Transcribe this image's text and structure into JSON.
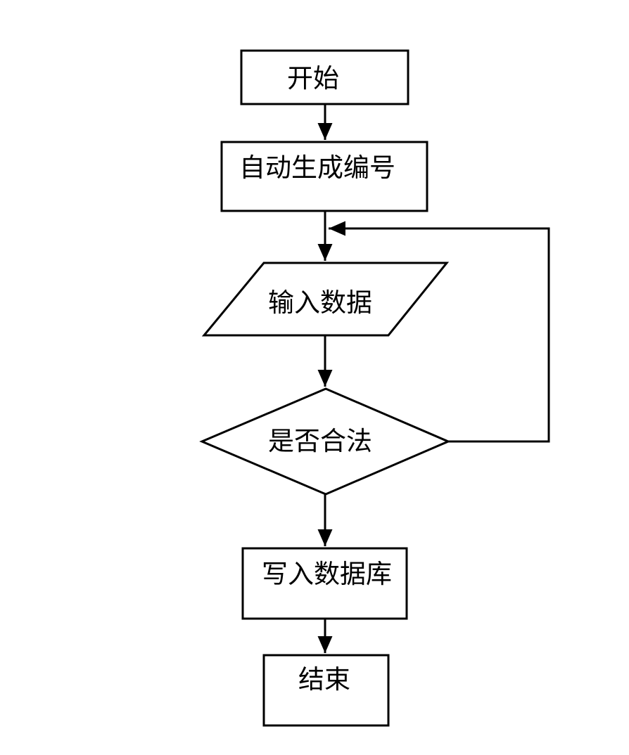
{
  "diagram": {
    "type": "flowchart",
    "title": "data-entry-flow",
    "colors": {
      "background": "#ffffff",
      "line": "#000000",
      "shape_fill": "#ffffff",
      "text": "#000000"
    },
    "nodes": [
      {
        "id": "start",
        "shape": "rectangle",
        "label": "开始"
      },
      {
        "id": "auto_generate_id",
        "shape": "rectangle",
        "label": "自动生成编号"
      },
      {
        "id": "input_data",
        "shape": "parallelogram",
        "label": "输入数据"
      },
      {
        "id": "is_valid",
        "shape": "diamond",
        "label": "是否合法"
      },
      {
        "id": "write_database",
        "shape": "rectangle",
        "label": "写入数据库"
      },
      {
        "id": "end",
        "shape": "rectangle",
        "label": "结束"
      }
    ],
    "edges": [
      {
        "from": "start",
        "to": "auto_generate_id",
        "kind": "straight-arrow"
      },
      {
        "from": "auto_generate_id",
        "to": "input_data",
        "kind": "straight-arrow"
      },
      {
        "from": "input_data",
        "to": "is_valid",
        "kind": "straight-arrow"
      },
      {
        "from": "is_valid",
        "to": "write_database",
        "kind": "straight-arrow"
      },
      {
        "from": "write_database",
        "to": "end",
        "kind": "straight-arrow"
      },
      {
        "from": "is_valid",
        "to": "input_data",
        "kind": "loop-back-right"
      }
    ]
  }
}
